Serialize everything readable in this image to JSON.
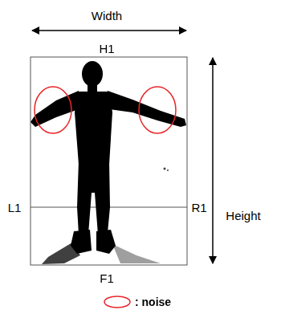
{
  "diagram": {
    "labels": [
      "Width",
      "H1",
      "L1",
      "R1",
      "Height",
      "F1"
    ],
    "legend": [
      {
        "text": ": noise"
      }
    ]
  }
}
